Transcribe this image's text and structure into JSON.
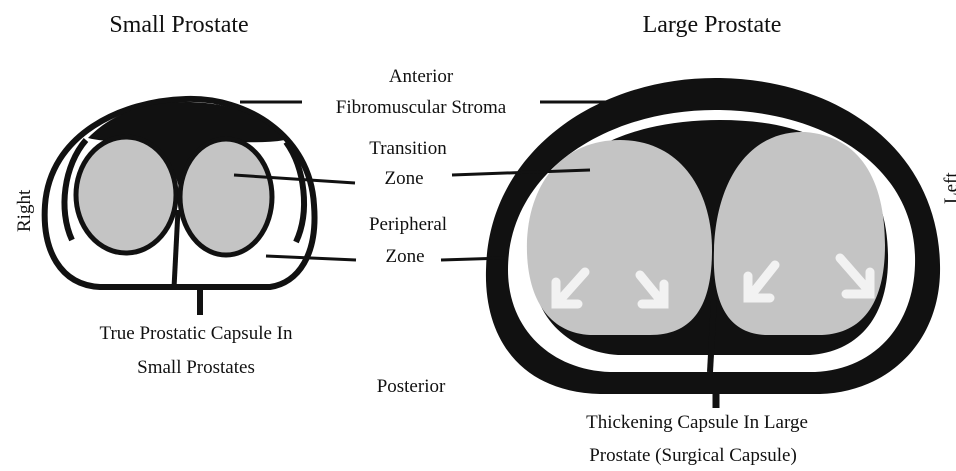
{
  "titles": {
    "small": "Small Prostate",
    "large": "Large Prostate"
  },
  "orientation": {
    "right": "Right",
    "left": "Left",
    "anterior": "Anterior",
    "posterior": "Posterior"
  },
  "zones": {
    "stroma": "Fibromuscular Stroma",
    "transition_1": "Transition",
    "transition_2": "Zone",
    "peripheral_1": "Peripheral",
    "peripheral_2": "Zone"
  },
  "captions": {
    "small_line1": "True Prostatic Capsule In",
    "small_line2": "Small Prostates",
    "large_line1": "Thickening Capsule In Large",
    "large_line2": "Prostate (Surgical Capsule)"
  },
  "colors": {
    "stroma": "#111111",
    "transition_zone": "#c4c4c4",
    "peripheral_zone": "#ffffff",
    "outline": "#111111",
    "arrows": "#f2f2f2"
  }
}
